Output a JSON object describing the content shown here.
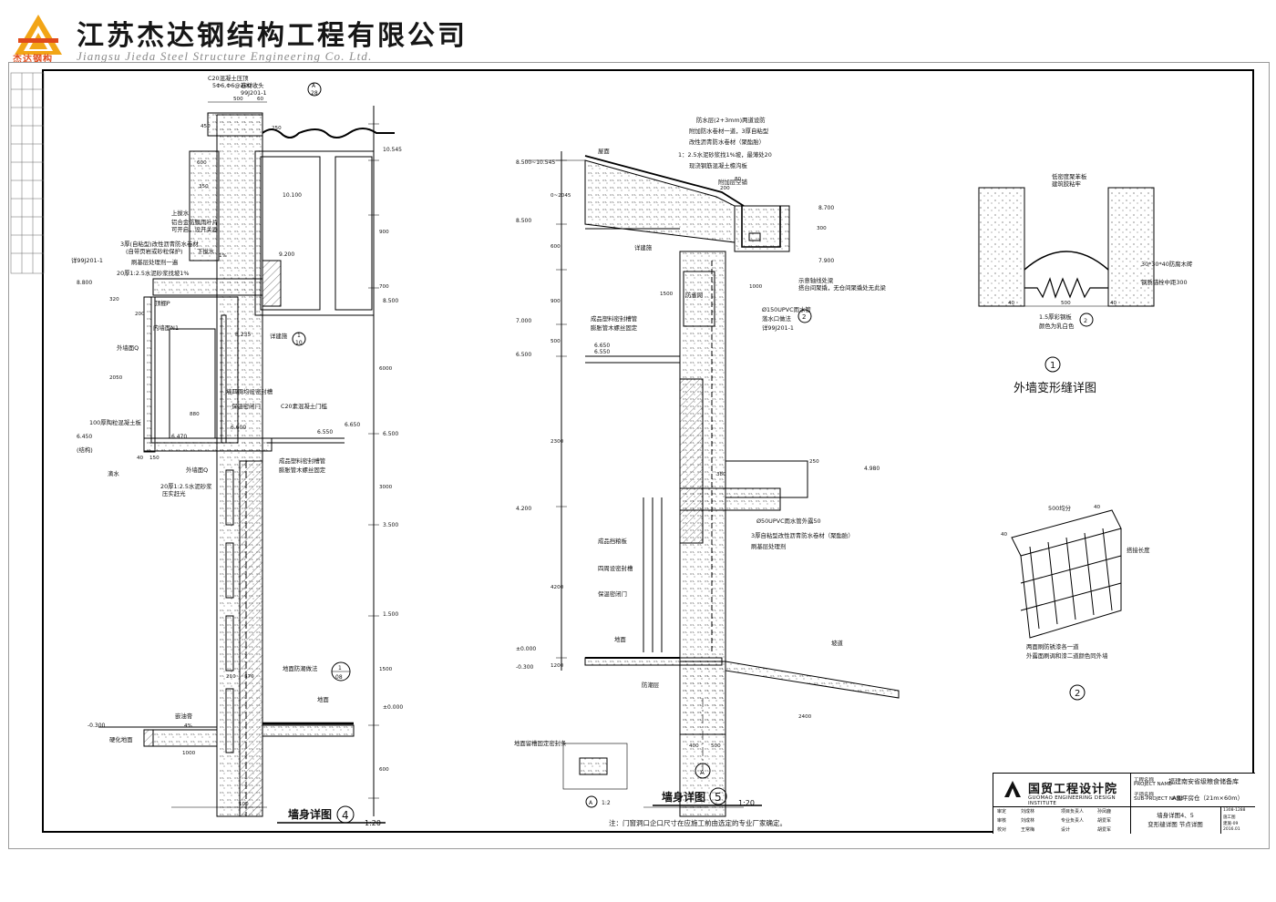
{
  "brand": {
    "name_cn": "江苏杰达钢结构工程有限公司",
    "name_en": "Jiangsu Jieda Steel Structure Engineering Co. Ltd.",
    "logo_tag": "杰达钢构",
    "logo_color": "#f2a516",
    "logo_accent": "#e04a1a"
  },
  "detail4": {
    "title": "墙身详图",
    "number": "4",
    "scale": "1:20",
    "notes": [
      "C20混凝土压顶",
      "5Φ6,Φ6@200",
      "卷材收头",
      "99J201-1",
      "上拔水",
      "铝合金防飘雨叶片",
      "可开启，设开关器",
      "3厚(自粘型)改性沥青防水卷材",
      "(自带页岩或砂粒保护)",
      "下拔水",
      "刷基层处理剂一遍",
      "20厚1:2.5水泥砂浆找坡1%",
      "详99J201-1",
      "顶棚P",
      "内墙面N1",
      "外墙面Q",
      "100厚陶粒混凝土板",
      "墙四周均设密封槽",
      "保温密闭门",
      "C20素混凝土门槛",
      "成品塑料密封槽管",
      "膨胀管木螺丝固定",
      "(结构)",
      "滴水",
      "外墙面Q",
      "20厚1:2.5水泥砂浆",
      "压实赶光",
      "地面防潮做法",
      "地面",
      "嵌油膏",
      "硬化地面",
      "详建施"
    ],
    "elevations": [
      "10.545",
      "10.100",
      "9.200",
      "8.800",
      "8.500",
      "8.235",
      "6.650",
      "6.600",
      "6.550",
      "6.500",
      "6.470",
      "6.450",
      "3.500",
      "1.500",
      "±0.000",
      "-0.300"
    ],
    "dims": [
      "500",
      "60",
      "450",
      "250",
      "600",
      "350",
      "900",
      "700",
      "320",
      "200",
      "2050",
      "880",
      "3000",
      "6000",
      "1500",
      "600",
      "1000",
      "4%",
      "1%",
      "40",
      "150",
      "100",
      "210",
      "370"
    ],
    "callout_a": "A",
    "callout_a_num": "28",
    "callout_b": "1",
    "callout_b_num": "08",
    "callout_c": "1",
    "callout_c_num": "10"
  },
  "detail5": {
    "title": "墙身详图",
    "number": "5",
    "scale": "1:20",
    "notes": [
      "防水层(2+3mm)两道设防",
      "附加防水卷材一道，3厚自粘型",
      "改性沥青防水卷材（聚酯胎）",
      "1：2.5水泥砂浆找1%坡，最薄处20",
      "现浇钢筋混凝土檐沟板",
      "附加层空铺",
      "屋面",
      "详建施",
      "示意轴线处梁",
      "搭台间聚撬，无仓间聚撬处无此梁",
      "Ø150UPVC雨水管",
      "落水口做法",
      "详99J201-1",
      "防雀网",
      "成品塑料密封槽管",
      "膨胀管木螺丝固定",
      "Ø50UPVC雨水管外露50",
      "3厚自粘型改性沥青防水卷材（聚酯胎）",
      "刷基层处理剂",
      "成品挡粮板",
      "四周设密封槽",
      "保温密闭门",
      "地面",
      "坡道",
      "防潮层",
      "地面留槽固定密封条"
    ],
    "elevations": [
      "8.500~10.545",
      "8.500",
      "8.700",
      "7.900",
      "7.000",
      "6.650",
      "6.550",
      "6.500",
      "4.980",
      "4.200",
      "±0.000",
      "-0.300"
    ],
    "dims": [
      "0~2045",
      "600",
      "900",
      "500",
      "2300",
      "4200",
      "200",
      "80",
      "250",
      "380",
      "400",
      "500",
      "2400",
      "1000",
      "1500",
      "1200",
      "300"
    ],
    "axis": "A",
    "callout": "2",
    "sub_label": "A",
    "sub_scale": "1:2",
    "note": "注：门窗洞口企口尺寸在应施工前由选定的专业厂家确定。"
  },
  "detail_exp": {
    "number": "1",
    "title": "外墙变形缝详图",
    "notes": [
      "低密度聚苯板",
      "建筑胶粘牢",
      "30*30*40防腐木砖",
      "钢质锚栓中距300",
      "1.5厚彩钢板",
      "颜色为乳白色"
    ],
    "dims": [
      "40",
      "500",
      "40"
    ],
    "callout": "2"
  },
  "detail_iso": {
    "number": "2",
    "notes": [
      "500均分",
      "搭接长度",
      "两面刷防锈漆各一道",
      "外露面刷调和漆二道颜色同外墙"
    ],
    "dims": [
      "40",
      "40"
    ]
  },
  "title_block": {
    "institute_cn": "国贸工程设计院",
    "institute_en": "GUOMAO ENGINEERING DESIGN INSTITUTE",
    "project_label": "工程名称",
    "project_label_en": "PROJECT NAME",
    "project": "福建南安省级粮食储备库",
    "subproject_label": "子项名称",
    "subproject_label_en": "SUB-PROJECT NAME",
    "subproject": "A型平房仓（21m×60m）",
    "sheet_title_1": "墙身详图4、5",
    "sheet_title_2": "变形缝详图 节点详图",
    "roles": [
      "审定",
      "审核",
      "校对",
      "项目负责人",
      "专业负责人",
      "设计"
    ],
    "people": [
      "刘成林",
      "刘成林",
      "王常梅",
      "孙凤鹿",
      "胡爱军",
      "胡爱军"
    ],
    "drawing_no": "1308-1288",
    "phase": "施工图",
    "sheet_no": "建施-09",
    "date": "2016.01"
  }
}
